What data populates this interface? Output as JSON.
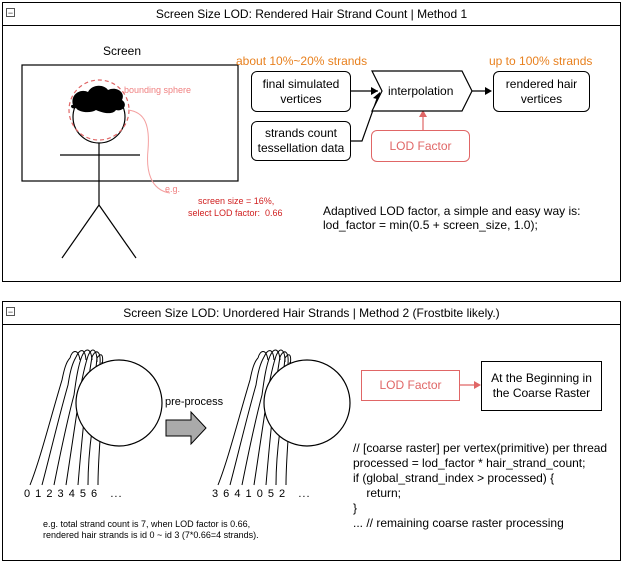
{
  "panel1": {
    "title": "Screen Size LOD: Rendered Hair Strand Count | Method 1",
    "screen_label": "Screen",
    "bounding_sphere_label": "bounding sphere",
    "eg_label": "e.g.",
    "eg_text_line1": "screen size = 16%,",
    "eg_text_line2": "select LOD factor:  0.66",
    "about_label": "about 10%~20% strands",
    "upto_label": "up to 100% strands",
    "node_final": "final simulated\nvertices",
    "node_strands": "strands count\ntessellation data",
    "node_interp": "interpolation",
    "node_rendered": "rendered hair\nvertices",
    "node_lod": "LOD Factor",
    "formula_line1": "Adaptived LOD factor, a simple and easy way is:",
    "formula_line2": "lod_factor = min(0.5 + screen_size, 1.0);"
  },
  "panel2": {
    "title": "Screen Size LOD: Unordered Hair Strands | Method 2 (Frostbite likely.)",
    "preprocess_label": "pre-process",
    "left_ids": "0 1 2 3 4 5 6   ...",
    "right_ids": "3 6 4 1 0 5 2   ...",
    "node_lod": "LOD Factor",
    "node_beginning": "At the Beginning in\nthe Coarse Raster",
    "note_line1": "e.g. total strand count is 7, when LOD factor is 0.66,",
    "note_line2": "rendered hair strands is id 0 ~ id 3 (7*0.66=4 strands).",
    "code_lines": [
      "// [coarse raster] per vertex(primitive) per thread",
      "processed = lod_factor * hair_strand_count;",
      "if (global_strand_index > processed) {",
      "    return;",
      "}",
      "... // remaining coarse raster processing"
    ]
  },
  "colors": {
    "accent_orange": "#e8801e",
    "lod_red": "#e06666",
    "note_red": "#d02020"
  }
}
